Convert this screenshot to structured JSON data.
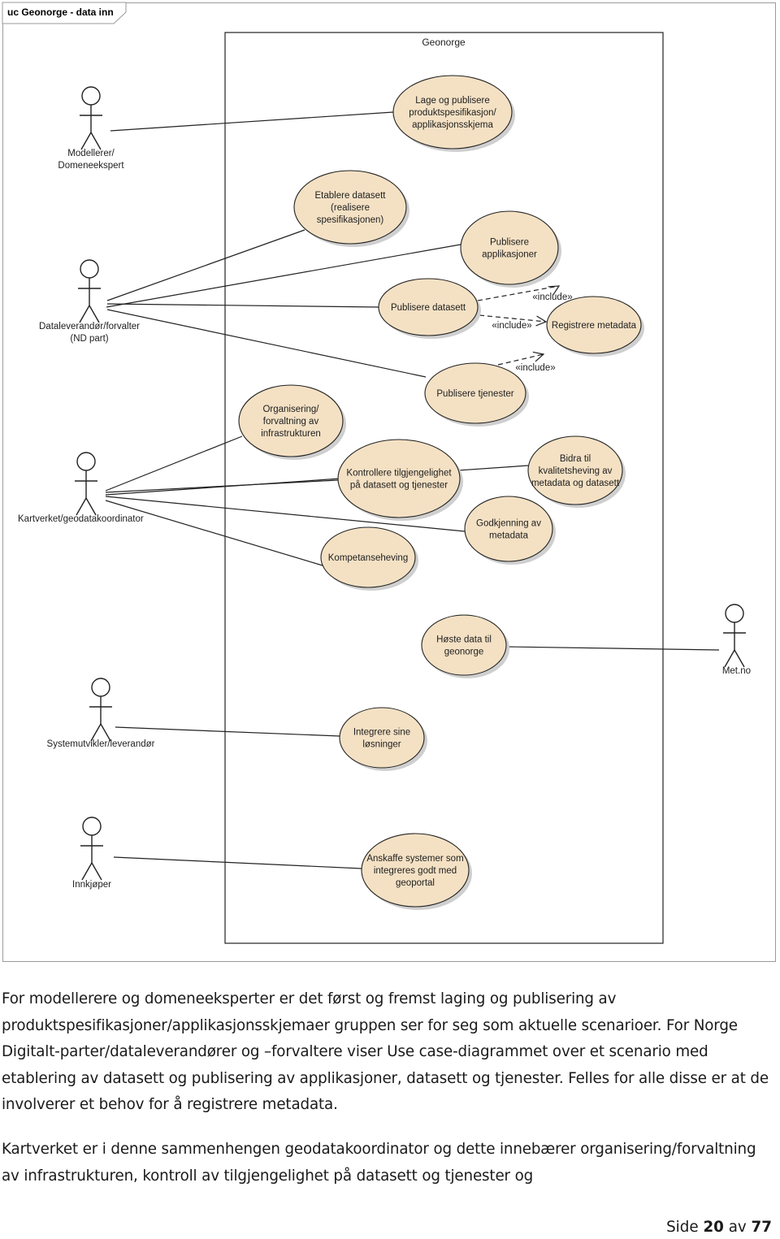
{
  "frame": {
    "tab_label": "uc Geonorge - data inn"
  },
  "boundary": {
    "title": "Geonorge"
  },
  "actors": [
    {
      "id": "modellerer",
      "lines": [
        "Modellerer/",
        "Domeneekspert"
      ]
    },
    {
      "id": "dataleverandor",
      "lines": [
        "Dataleverandør/forvalter",
        "(ND part)"
      ]
    },
    {
      "id": "kartverket",
      "lines": [
        "Kartverket/geodatakoordinator"
      ]
    },
    {
      "id": "metno",
      "lines": [
        "Met.no"
      ]
    },
    {
      "id": "systemutvikler",
      "lines": [
        "Systemutvikler/leverandør"
      ]
    },
    {
      "id": "innkjoper",
      "lines": [
        "Innkjøper"
      ]
    }
  ],
  "use_cases": [
    {
      "id": "lage",
      "lines": [
        "Lage og publisere",
        "produktspesifikasjon/",
        "applikasjonsskjema"
      ]
    },
    {
      "id": "etablere",
      "lines": [
        "Etablere datasett",
        "(realisere",
        "spesifikasjonen)"
      ]
    },
    {
      "id": "pub_app",
      "lines": [
        "Publisere",
        "applikasjoner"
      ]
    },
    {
      "id": "pub_datasett",
      "lines": [
        "Publisere datasett"
      ]
    },
    {
      "id": "registrere",
      "lines": [
        "Registrere metadata"
      ]
    },
    {
      "id": "pub_tjenester",
      "lines": [
        "Publisere tjenester"
      ]
    },
    {
      "id": "organisering",
      "lines": [
        "Organisering/",
        "forvaltning av",
        "infrastrukturen"
      ]
    },
    {
      "id": "kontrollere",
      "lines": [
        "Kontrollere tilgjengelighet",
        "på datasett og tjenester"
      ]
    },
    {
      "id": "bidra",
      "lines": [
        "Bidra til",
        "kvalitetsheving av",
        "metadata og datasett"
      ]
    },
    {
      "id": "godkjenning",
      "lines": [
        "Godkjenning av",
        "metadata"
      ]
    },
    {
      "id": "kompetanse",
      "lines": [
        "Kompetanseheving"
      ]
    },
    {
      "id": "hoste",
      "lines": [
        "Høste data til",
        "geonorge"
      ]
    },
    {
      "id": "integrere",
      "lines": [
        "Integrere sine",
        "løsninger"
      ]
    },
    {
      "id": "anskaffe",
      "lines": [
        "Anskaffe systemer som",
        "integreres godt med",
        "geoportal"
      ]
    }
  ],
  "include_labels": [
    "«include»",
    "«include»",
    "«include»"
  ],
  "colors": {
    "usecase_fill": "#f4e1c4",
    "usecase_shadow": "#cfcfcf",
    "line": "#222222"
  },
  "text": {
    "para1": "For modellerere og domeneeksperter er det først og fremst laging og publisering av produktspesifikasjoner/applikasjonsskjemaer gruppen ser for seg som aktuelle scenarioer. For Norge Digitalt-parter/dataleverandører og –forvaltere viser Use case-diagrammet over et scenario med etablering av datasett og publisering av applikasjoner, datasett og tjenester. Felles for alle disse er at de involverer et behov for å registrere metadata.",
    "para2": "Kartverket er i denne sammenhengen geodatakoordinator og dette innebærer organisering/forvaltning av infrastrukturen, kontroll av tilgjengelighet på datasett og tjenester og"
  },
  "footer": {
    "prefix": "Side ",
    "page": "20",
    "middle": " av ",
    "total": "77"
  }
}
